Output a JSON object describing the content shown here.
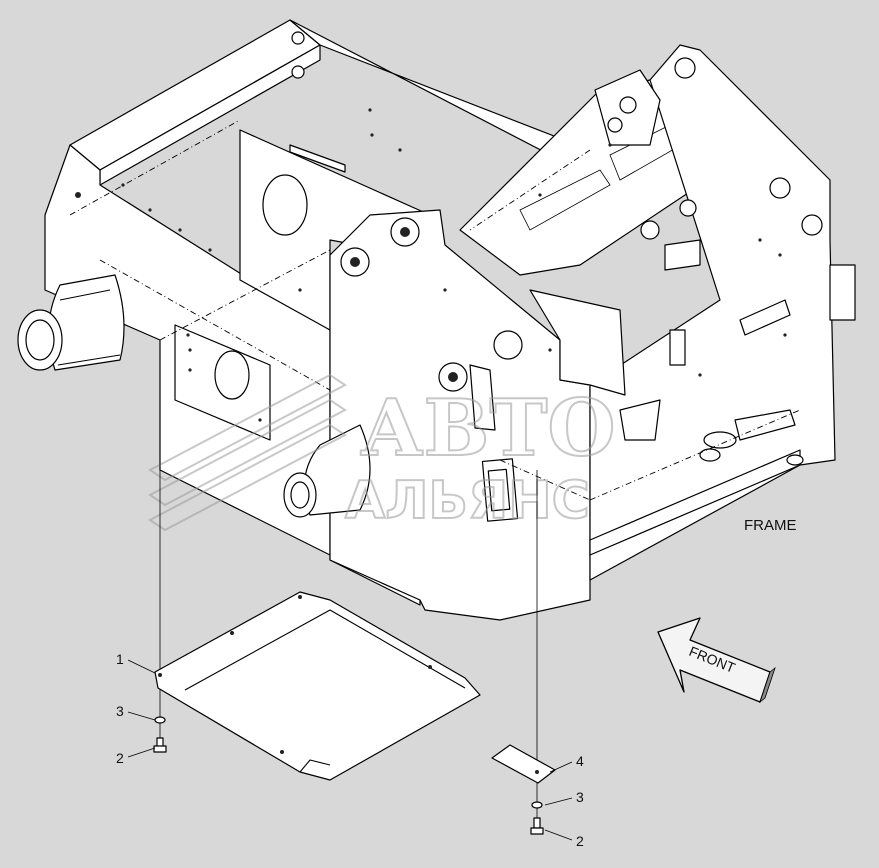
{
  "diagram": {
    "frame_label": "FRAME",
    "front_label": "FRONT",
    "watermark": {
      "line1": "АВТО",
      "line2": "АЛЬЯНС"
    },
    "callouts": [
      {
        "id": "callout-1-cover-plate",
        "text": "1"
      },
      {
        "id": "callout-3-washer-left",
        "text": "3"
      },
      {
        "id": "callout-2-bolt-left",
        "text": "2"
      },
      {
        "id": "callout-4-small-plate",
        "text": "4"
      },
      {
        "id": "callout-3-washer-right",
        "text": "3"
      },
      {
        "id": "callout-2-bolt-right",
        "text": "2"
      }
    ],
    "colors": {
      "background": "#d8d8d8",
      "part_fill": "#ffffff",
      "line": "#000000"
    }
  }
}
